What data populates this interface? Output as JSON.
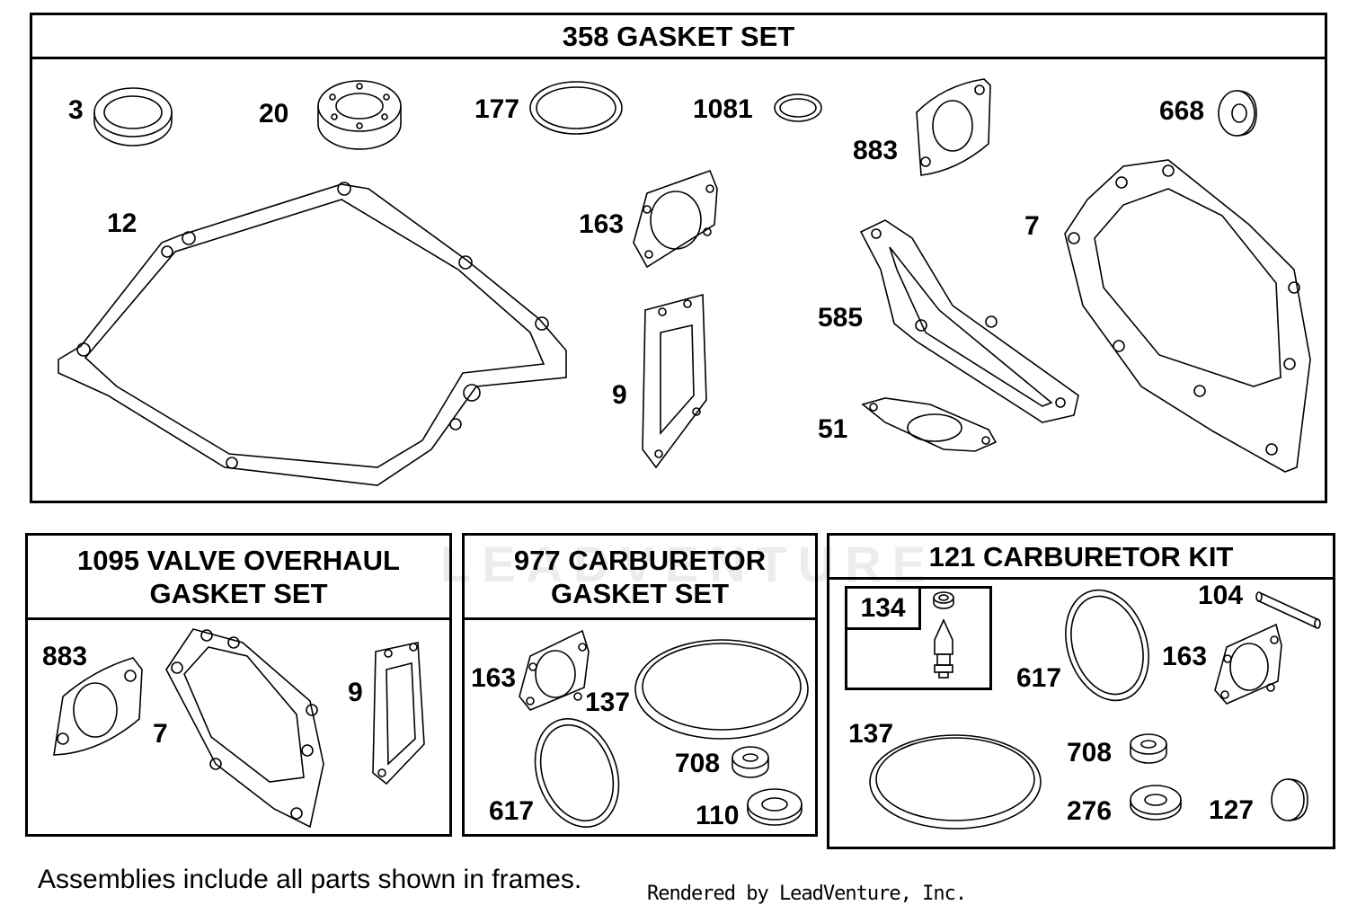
{
  "frames": {
    "gasket_set": "358 GASKET SET",
    "valve_overhaul": [
      "1095 VALVE OVERHAUL",
      "GASKET SET"
    ],
    "carb_gasket": [
      "977 CARBURETOR",
      "GASKET SET"
    ],
    "carb_kit": "121 CARBURETOR KIT"
  },
  "callouts": {
    "gasket_set": [
      "3",
      "20",
      "177",
      "1081",
      "883",
      "668",
      "12",
      "163",
      "7",
      "585",
      "9",
      "51"
    ],
    "valve_overhaul": [
      "883",
      "7",
      "9"
    ],
    "carb_gasket": [
      "163",
      "137",
      "708",
      "617",
      "110"
    ],
    "carb_kit": [
      "134",
      "104",
      "163",
      "617",
      "137",
      "708",
      "276",
      "127"
    ]
  },
  "footnote": "Assemblies include all parts shown in frames.",
  "credit": "Rendered by LeadVenture, Inc.",
  "watermark": "LEADVENTURE"
}
